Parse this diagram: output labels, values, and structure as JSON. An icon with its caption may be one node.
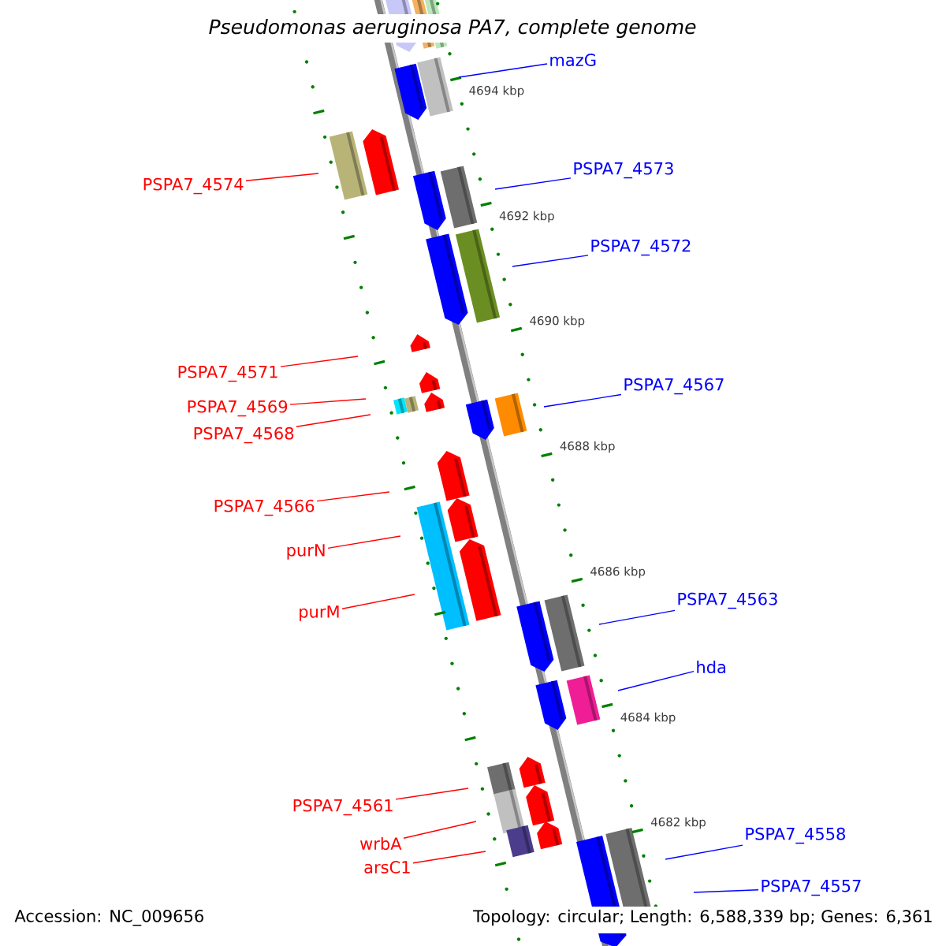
{
  "diagram": {
    "title": "Pseudomonas aeruginosa PA7, complete genome",
    "nodes": [
      {
        "text": [
          "mazG"
        ]
      },
      {
        "text": [
          "PSPA7_4574"
        ]
      },
      {
        "text": [
          "PSPA7_4573"
        ]
      },
      {
        "text": [
          "PSPA7_4572"
        ]
      },
      {
        "text": [
          "PSPA7_4571"
        ]
      },
      {
        "text": [
          "PSPA7_4567"
        ]
      },
      {
        "text": [
          "PSPA7_4569"
        ]
      },
      {
        "text": [
          "PSPA7_4568"
        ]
      },
      {
        "text": [
          "PSPA7_4566"
        ]
      },
      {
        "text": [
          "purN"
        ]
      },
      {
        "text": [
          "purM"
        ]
      },
      {
        "text": [
          "PSPA7_4563"
        ]
      },
      {
        "text": [
          "hda"
        ]
      },
      {
        "text": [
          "PSPA7_4561"
        ]
      },
      {
        "text": [
          "wrbA"
        ]
      },
      {
        "text": [
          "PSPA7_4558"
        ]
      },
      {
        "text": [
          "arsC1"
        ]
      },
      {
        "text": [
          "PSPA7_4557"
        ]
      }
    ],
    "edges": [
      {
        "from": 0,
        "to": null,
        "arrow": "none",
        "color": "#0000ff"
      },
      {
        "from": 1,
        "to": null,
        "arrow": "none"
      },
      {
        "from": 2,
        "to": null,
        "arrow": "none",
        "color": "#0000ff"
      },
      {
        "from": 3,
        "to": null,
        "arrow": "none",
        "color": "#0000ff"
      },
      {
        "from": 4,
        "to": null,
        "arrow": "none"
      },
      {
        "from": 5,
        "to": null,
        "arrow": "none",
        "color": "#0000ff"
      },
      {
        "from": 6,
        "to": null,
        "arrow": "none"
      },
      {
        "from": 7,
        "to": null,
        "arrow": "none"
      },
      {
        "from": 8,
        "to": null,
        "arrow": "none"
      },
      {
        "from": 9,
        "to": null,
        "arrow": "none"
      },
      {
        "from": 10,
        "to": null,
        "arrow": "none"
      },
      {
        "from": 11,
        "to": null,
        "arrow": "none",
        "color": "#0000ff"
      },
      {
        "from": 12,
        "to": null,
        "arrow": "none",
        "color": "#0000ff"
      },
      {
        "from": 13,
        "to": null,
        "arrow": "none"
      },
      {
        "from": 14,
        "to": null,
        "arrow": "none"
      },
      {
        "from": 15,
        "to": null,
        "arrow": "none",
        "color": "#0000ff"
      },
      {
        "from": 16,
        "to": null,
        "arrow": "none"
      },
      {
        "from": 17,
        "to": null,
        "arrow": "none",
        "color": "#0000ff"
      }
    ],
    "labels": [
      "4694 kbp",
      "4692 kbp",
      "4690 kbp",
      "4688 kbp",
      "4686 kbp",
      "4684 kbp",
      "4682 kbp",
      "Accession: NC_009656",
      "Topology: circular; Length: 6,588,339 bp; Genes: 6,361"
    ]
  }
}
